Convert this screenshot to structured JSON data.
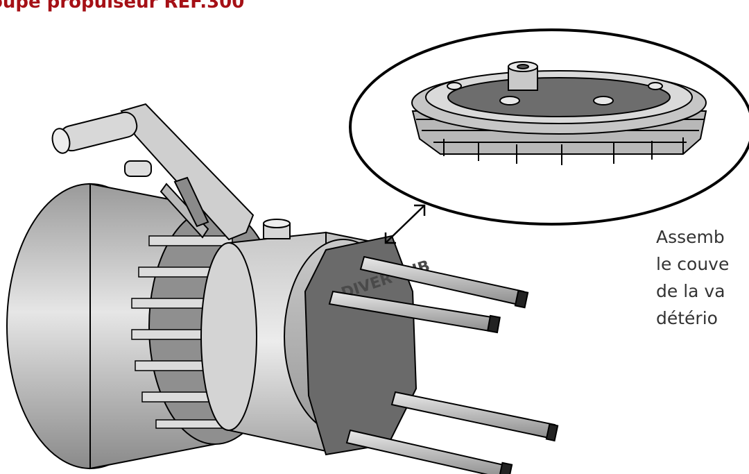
{
  "title": "oupe propulseur REF.300",
  "caption_lines": [
    "Assemb",
    "le couve",
    "de la va",
    "détério"
  ],
  "colors": {
    "title": "#a51016",
    "metal_light": "#d9d9d9",
    "metal_mid": "#b0b0b0",
    "metal_dark": "#6e6e6e",
    "plate": "#6a6a6a",
    "outline": "#000000"
  },
  "cover_text": "DIVER TUB"
}
